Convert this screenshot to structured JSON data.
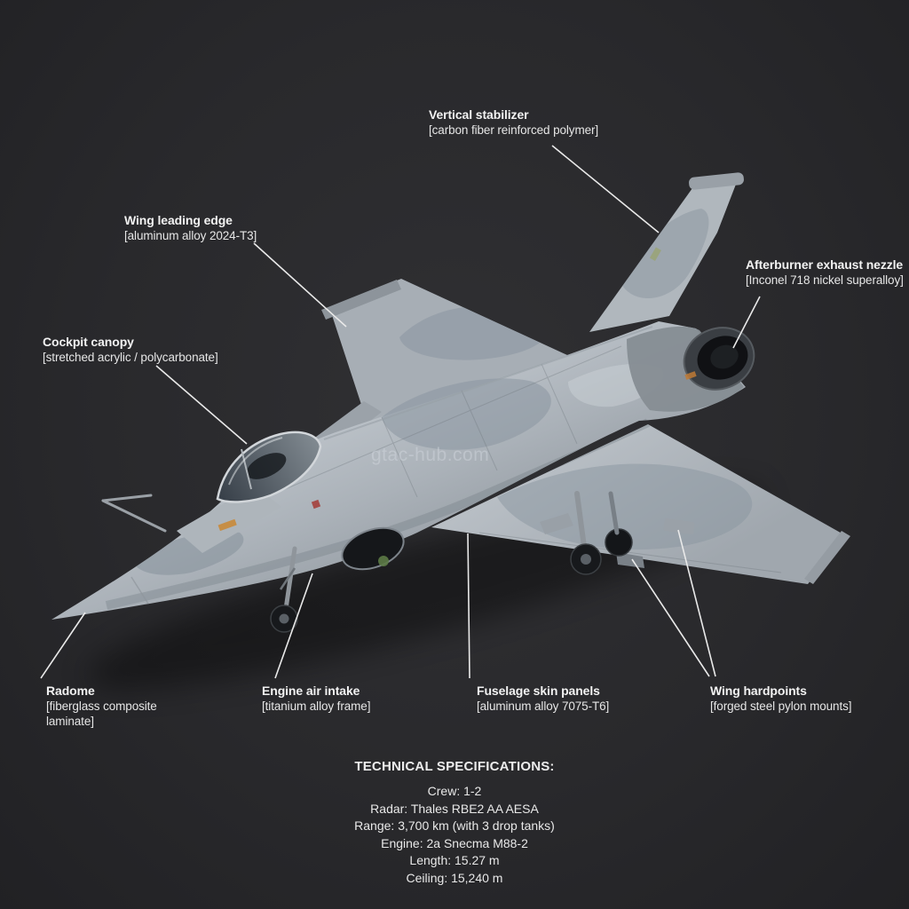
{
  "page": {
    "watermark": "gtac-hub.com",
    "background_color": "#29292c",
    "text_color": "#f2f2f2"
  },
  "aircraft": {
    "type": "delta-wing fighter jet 3d render",
    "camouflage_colors": [
      "#b6bcc3",
      "#8a95a0",
      "#ced4da"
    ],
    "nozzle_color": "#101114"
  },
  "callouts": [
    {
      "title": "Vertical stabilizer",
      "material": "[carbon fiber reinforced polymer]"
    },
    {
      "title": "Wing leading edge",
      "material": "[aluminum alloy 2024-T3]"
    },
    {
      "title": "Afterburner exhaust nezzle",
      "material": "[Inconel 718 nickel superalloy]"
    },
    {
      "title": "Cockpit canopy",
      "material": "[stretched acrylic / polycarbonate]"
    },
    {
      "title": "Radome",
      "material": "[fiberglass composite laminate]"
    },
    {
      "title": "Engine air intake",
      "material": "[titanium alloy frame]"
    },
    {
      "title": "Fuselage skin panels",
      "material": "[aluminum alloy 7075-T6]"
    },
    {
      "title": "Wing hardpoints",
      "material": "[forged steel pylon mounts]"
    }
  ],
  "specifications": {
    "title": "TECHNICAL SPECIFICATIONS:",
    "lines": [
      "Crew: 1-2",
      "Radar: Thales RBE2 AA AESA",
      "Range: 3,700 km (with 3 drop tanks)",
      "Engine: 2a Snecma M88-2",
      "Length: 15.27 m",
      "Ceiling: 15,240 m"
    ]
  }
}
